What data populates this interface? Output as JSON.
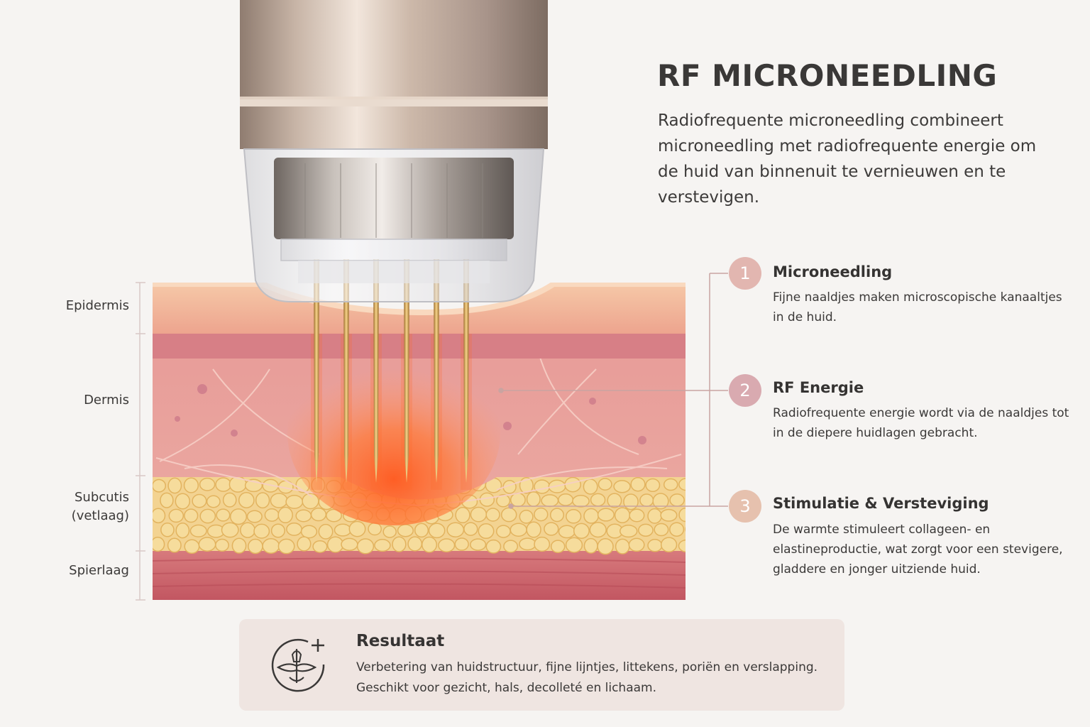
{
  "title": "RF MICRONEEDLING",
  "intro": "Radiofrequente microneedling combineert microneedling met radiofrequente energie om de huid van binnenuit te vernieuwen en te verstevigen.",
  "layers": {
    "epidermis": "Epidermis",
    "dermis": "Dermis",
    "subcutis_line1": "Subcutis",
    "subcutis_line2": "(vetlaag)",
    "spierlaag": "Spierlaag"
  },
  "steps": [
    {
      "number": "1",
      "title": "Microneedling",
      "desc": "Fijne naaldjes maken microscopische kanaaltjes in de huid.",
      "color": "#e2b6b0"
    },
    {
      "number": "2",
      "title": "RF Energie",
      "desc": "Radiofrequente energie wordt via de naaldjes tot in de diepere huidlagen gebracht.",
      "color": "#d9aab0"
    },
    {
      "number": "3",
      "title": "Stimulatie & Versteviging",
      "desc": "De warmte stimuleert collageen- en elastineproductie, wat zorgt voor een stevigere, gladdere en jonger uitziende huid.",
      "color": "#e6c1ae"
    }
  ],
  "result": {
    "title": "Resultaat",
    "line1": "Verbetering van huidstructuur, fijne lijntjes, littekens, poriën en verslapping.",
    "line2": "Geschikt voor gezicht, hals, decolleté en lichaam.",
    "icon": "skin-improvement-icon"
  },
  "colors": {
    "background": "#f6f4f2",
    "card": "#efe5e1",
    "epidermis": "#f1b59a",
    "dermis": "#ea9e98",
    "fat": "#f2cf83",
    "muscle": "#c9606a",
    "heat": "#ff6a2a"
  }
}
